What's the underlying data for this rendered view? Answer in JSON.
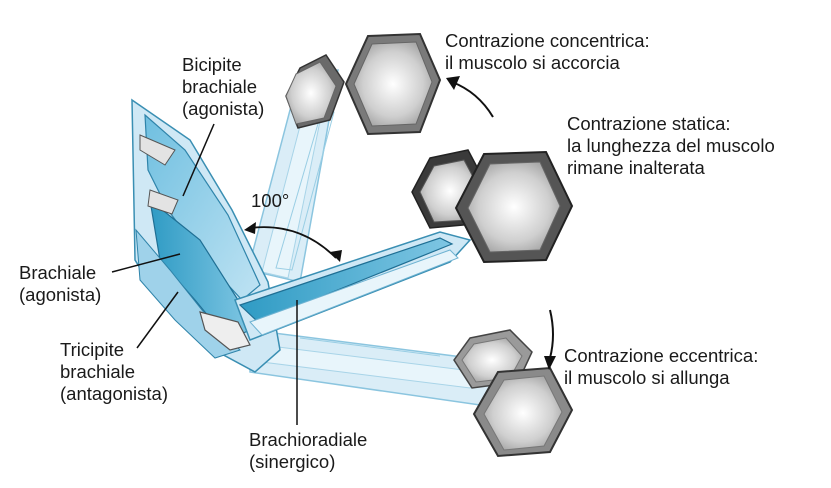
{
  "labels": {
    "biceps": [
      "Bicipite",
      "brachiale",
      "(agonista)"
    ],
    "brachialis": [
      "Brachiale",
      "(agonista)"
    ],
    "triceps": [
      "Tricipite",
      "brachiale",
      "(antagonista)"
    ],
    "brachioradialis": [
      "Brachioradiale",
      "(sinergico)"
    ],
    "angle": "100°",
    "concentric": [
      "Contrazione  concentrica:",
      "il muscolo si accorcia"
    ],
    "static": [
      "Contrazione  statica:",
      "la lunghezza del muscolo",
      "rimane inalterata"
    ],
    "eccentric": [
      "Contrazione eccentrica:",
      "il muscolo si allunga"
    ]
  },
  "colors": {
    "muscle_light": "#cfe8f5",
    "muscle_mid": "#8ccbe6",
    "muscle_dark": "#2f9bc4",
    "bone": "#ededed",
    "weight_face": "#d9d9d9",
    "weight_rim": "#5a5a5a"
  }
}
